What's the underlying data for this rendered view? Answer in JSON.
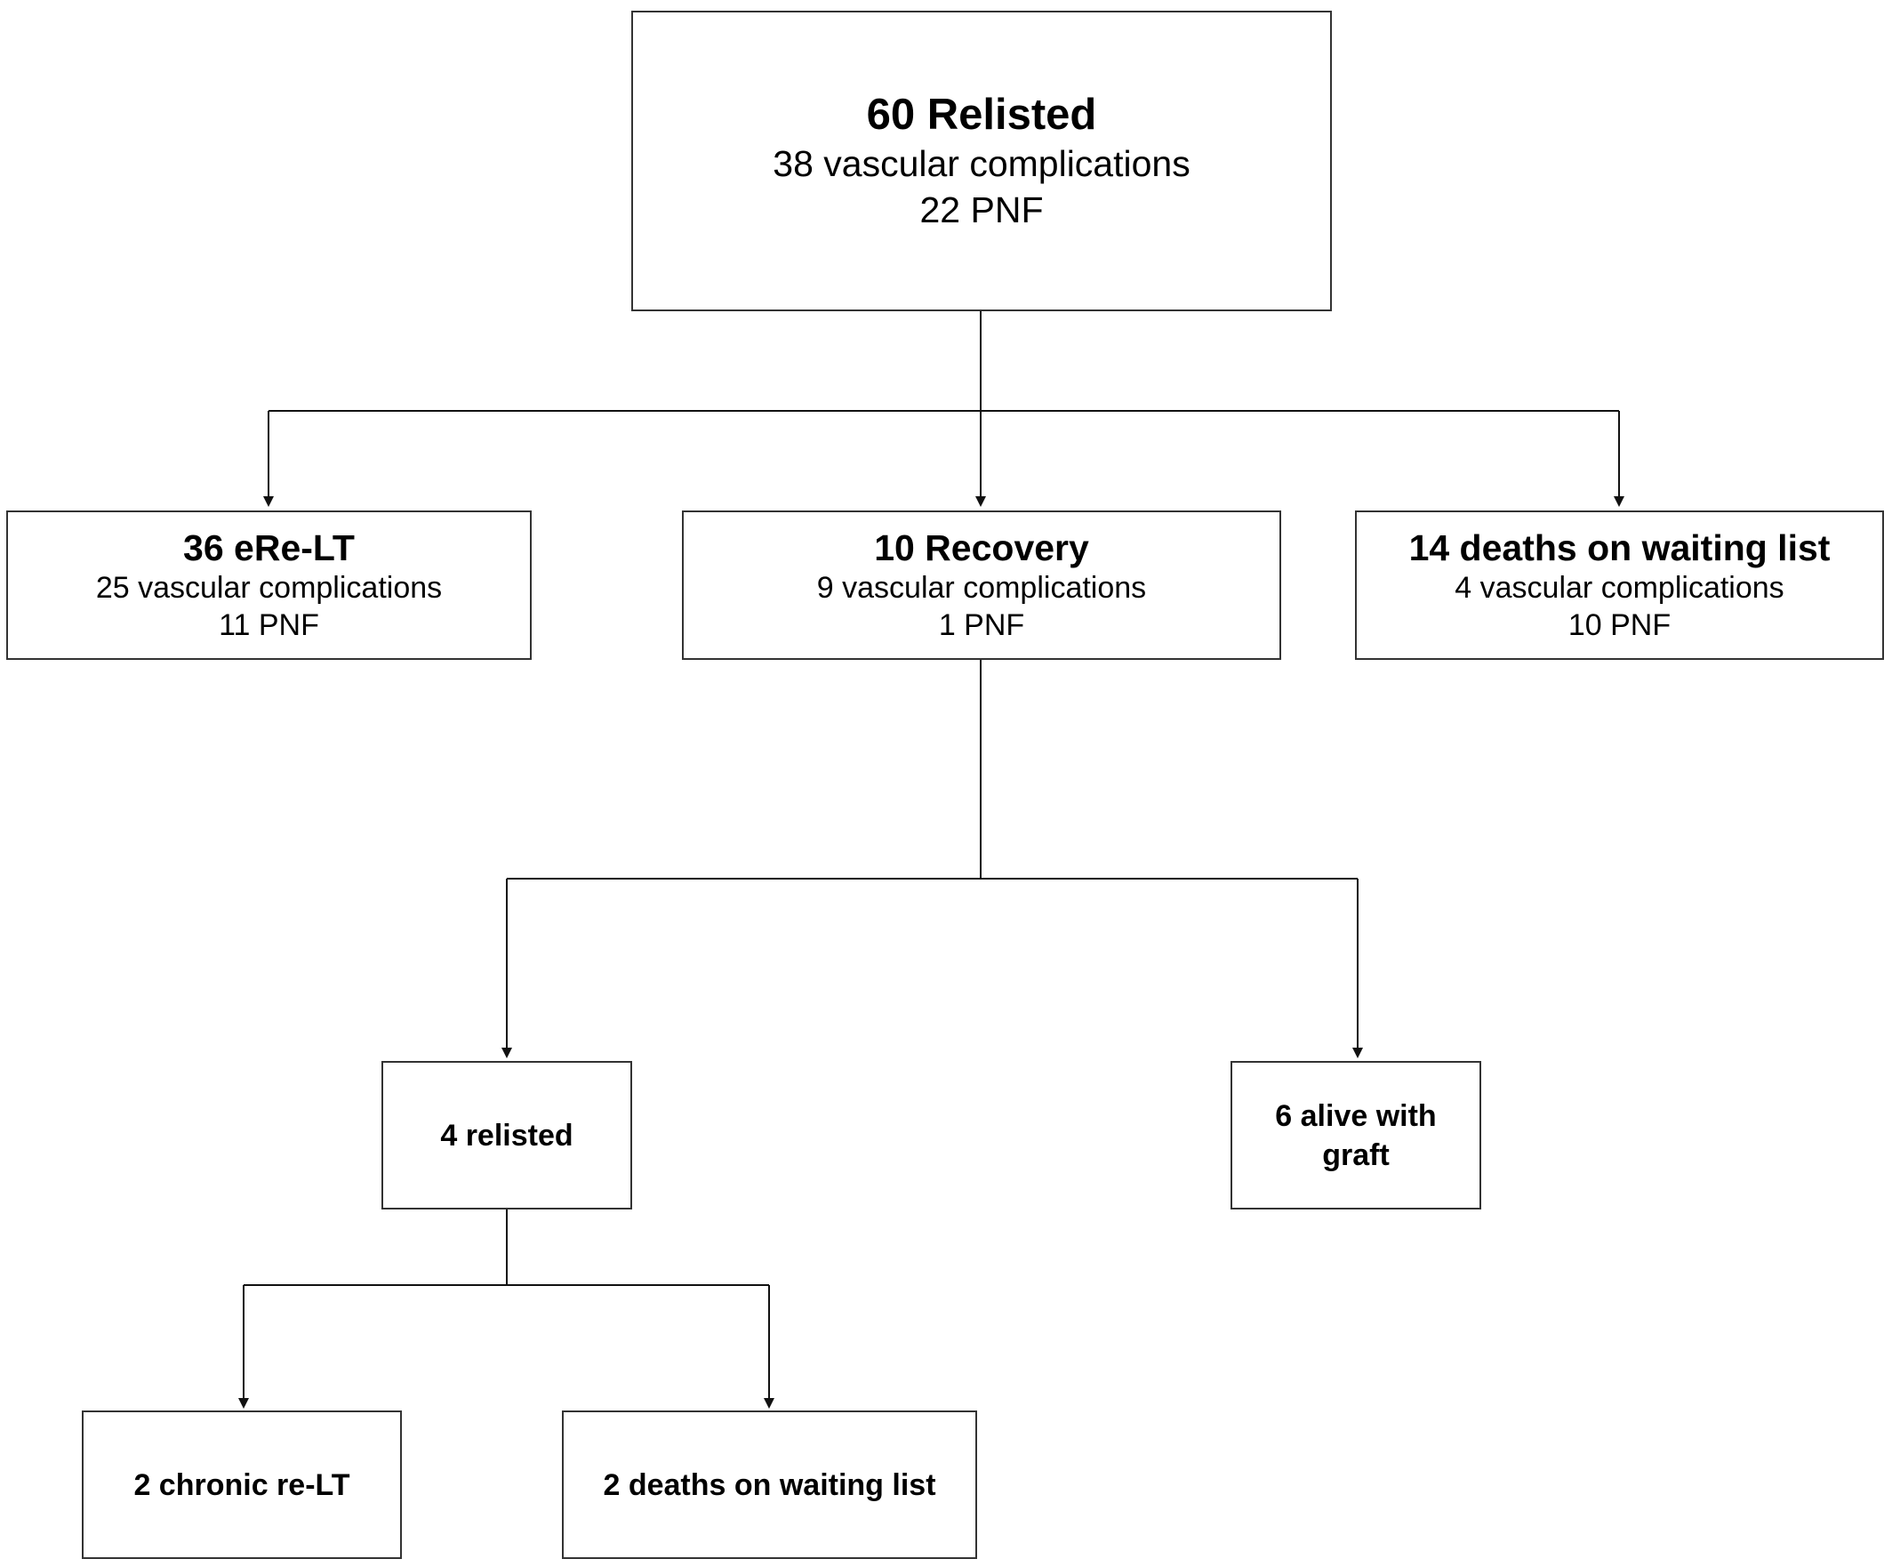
{
  "nodes": {
    "root": {
      "title": "60 Relisted",
      "lines": [
        "38 vascular complications",
        "22 PNF"
      ]
    },
    "ere_lt": {
      "title": "36 eRe-LT",
      "lines": [
        "25 vascular complications",
        "11 PNF"
      ]
    },
    "recovery": {
      "title": "10 Recovery",
      "lines": [
        "9 vascular complications",
        "1 PNF"
      ]
    },
    "deaths": {
      "title": "14 deaths on waiting list",
      "lines": [
        "4 vascular complications",
        "10 PNF"
      ]
    },
    "relisted4": {
      "title": "4 relisted"
    },
    "alive": {
      "title": "6 alive with graft"
    },
    "chronic": {
      "title": "2 chronic re-LT"
    },
    "deaths2": {
      "title": "2 deaths on waiting list"
    }
  },
  "edges": [
    {
      "from": "root",
      "to": "ere_lt"
    },
    {
      "from": "root",
      "to": "recovery"
    },
    {
      "from": "root",
      "to": "deaths"
    },
    {
      "from": "recovery",
      "to": "relisted4"
    },
    {
      "from": "recovery",
      "to": "alive"
    },
    {
      "from": "relisted4",
      "to": "chronic"
    },
    {
      "from": "relisted4",
      "to": "deaths2"
    }
  ]
}
